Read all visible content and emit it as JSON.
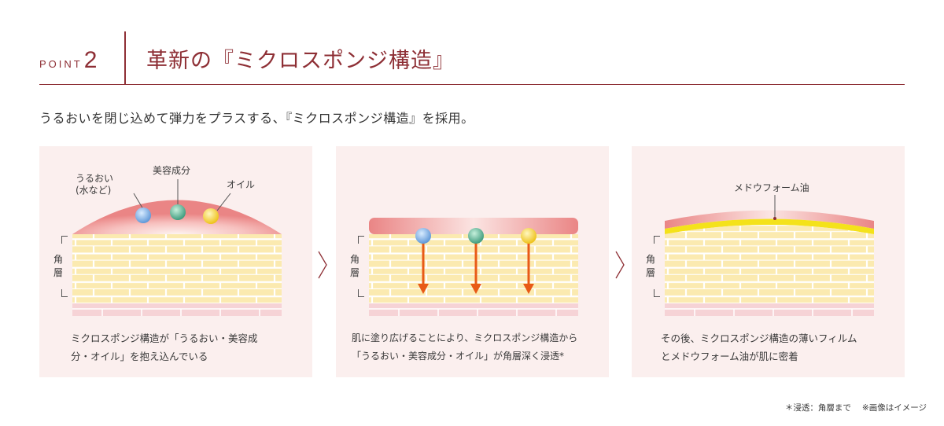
{
  "header": {
    "point_word": "POINT",
    "point_number": "2",
    "title": "革新の『ミクロスポンジ構造』"
  },
  "subtitle": "うるおいを閉じ込めて弾力をプラスする、『ミクロスポンジ構造』を採用。",
  "layer_label": {
    "line1": "角",
    "line2": "層"
  },
  "panels": [
    {
      "labels": {
        "moisture_line1": "うるおい",
        "moisture_line2": "(水など)",
        "beauty": "美容成分",
        "oil": "オイル"
      },
      "caption_line1": "ミクロスポンジ構造が「うるおい・美容成",
      "caption_line2": "分・オイル」を抱え込んでいる"
    },
    {
      "caption_line1": "肌に塗り広げることにより、ミクロスポンジ構造から",
      "caption_line2": "「うるおい・美容成分・オイル」が角層深く浸透*"
    },
    {
      "labels": {
        "meadowfoam": "メドウフォーム油"
      },
      "caption_line1": "その後、ミクロスポンジ構造の薄いフィルム",
      "caption_line2": "とメドウフォーム油が肌に密着"
    }
  ],
  "footnotes": {
    "penetration": "＊浸透：角層まで",
    "image_note": "※画像はイメージ"
  },
  "colors": {
    "accent": "#8e2f35",
    "panel_bg": "#fbefee",
    "brick_fill": "#fbeab0",
    "brick_line": "#ffffff",
    "brick_bg": "#f3dc95",
    "dome": "#ea8585",
    "skin_pink": "#f6d3d6",
    "arrow": "#e85a17",
    "film_yellow": "#f4e21a",
    "ball_blue": "#6fa7e0",
    "ball_green": "#4aa98a",
    "ball_yellow": "#f2c81f"
  }
}
